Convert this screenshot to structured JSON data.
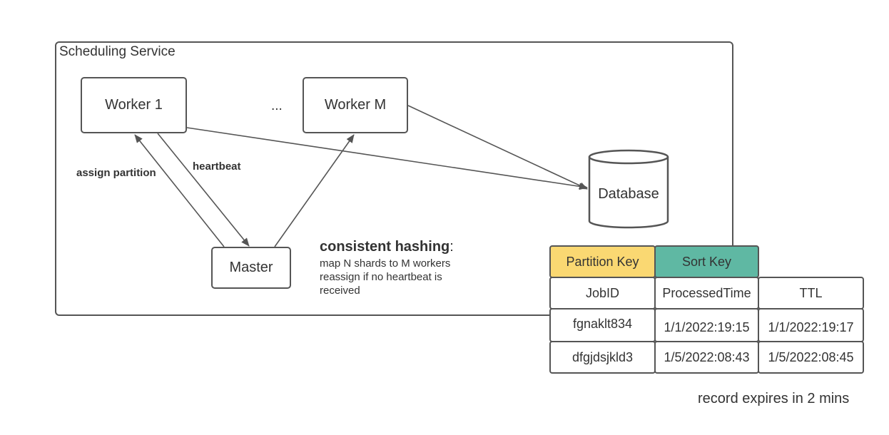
{
  "service": {
    "title": "Scheduling Service"
  },
  "nodes": {
    "worker_1": "Worker 1",
    "worker_m": "Worker M",
    "master": "Master",
    "ellipsis": "...",
    "database": "Database"
  },
  "edges": {
    "assign": "assign partition",
    "heartbeat": "heartbeat"
  },
  "hashing": {
    "title": "consistent hashing",
    "colon": ":",
    "lines": [
      "map N shards to M workers",
      "reassign if no heartbeat is",
      "received"
    ]
  },
  "table": {
    "key_labels": {
      "partition": "Partition Key",
      "sort": "Sort Key"
    },
    "key_colors": {
      "partition": "#fad872",
      "sort": "#5fb8a3"
    },
    "columns": [
      "JobID",
      "ProcessedTime",
      "TTL"
    ],
    "rows": [
      [
        "fgnaklt834",
        "1/1/2022:19:15",
        "1/1/2022:19:17"
      ],
      [
        "dfgjdsjkld3",
        "1/5/2022:08:43",
        "1/5/2022:08:45"
      ]
    ]
  },
  "note": "record expires in 2 mins"
}
